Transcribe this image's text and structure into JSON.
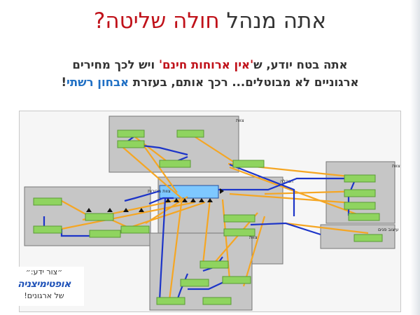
{
  "slide": {
    "title_part1": "אתה מנהל ",
    "title_accent": "חולה שליטה?",
    "subtitle_l1_a": "אתה בטח יודע, ש",
    "subtitle_l1_b": "'אין ארוחות חינם'",
    "subtitle_l1_c": " ויש לכך מחירים",
    "subtitle_l2_a": "ארגוניים לא מבוטלים... רכך אותם, בעזרת ",
    "subtitle_l2_b": "אבחון רשתי",
    "subtitle_l2_c": "!",
    "accent_color": "#c0121a",
    "highlight_color": "#1f6fc4"
  },
  "diagram": {
    "groups": [
      {
        "id": "top",
        "label": "צוות"
      },
      {
        "id": "right",
        "label": "צוות"
      },
      {
        "id": "left",
        "label": "צוות מכירות"
      },
      {
        "id": "center",
        "label": "הנהלה"
      },
      {
        "id": "small",
        "label": "עיצוב פנים"
      },
      {
        "id": "bottom",
        "label": "צוות"
      }
    ],
    "colors": {
      "group_fill": "#c6c6c6",
      "node_fill": "#8fd45f",
      "link_orange": "#f5a623",
      "link_blue": "#1c34c8"
    }
  },
  "credit": {
    "line1": "״צור ידע:״",
    "line2": "אופטימיצניה",
    "line3": "של ארגונים!"
  }
}
